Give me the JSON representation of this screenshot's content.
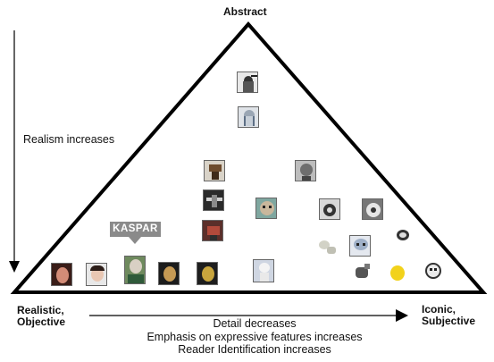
{
  "corners": {
    "top": "Abstract",
    "left_line1": "Realistic,",
    "left_line2": "Objective",
    "right_line1": "Iconic,",
    "right_line2": "Subjective"
  },
  "axes": {
    "vertical_label": "Realism increases",
    "bottom_lines": [
      "Detail decreases",
      "Emphasis on expressive features increases",
      "Reader Identification increases"
    ]
  },
  "callout": {
    "label": "KASPAR"
  },
  "colors": {
    "line": "#000000",
    "callout_bg": "#8a8a8a"
  }
}
